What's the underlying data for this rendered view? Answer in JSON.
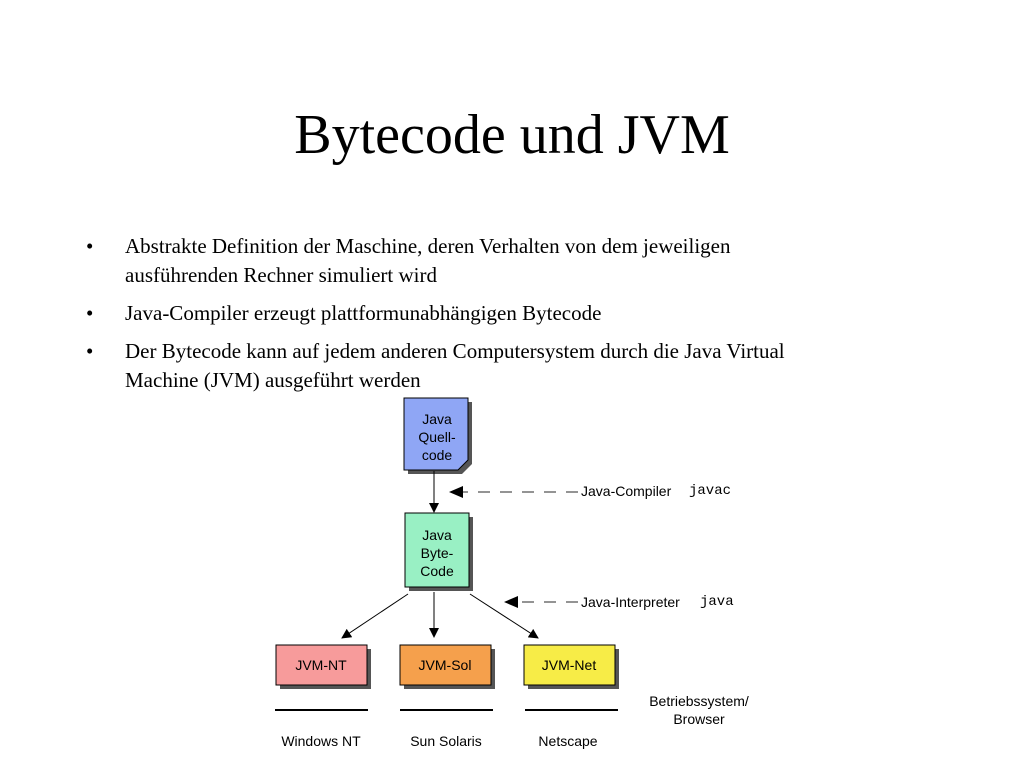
{
  "title": "Bytecode und JVM",
  "bullets": [
    {
      "mark": "•",
      "lines": [
        "Abstrakte Definition der Maschine, deren Verhalten von dem jeweiligen",
        "ausführenden Rechner simuliert wird"
      ]
    },
    {
      "mark": "•",
      "lines": [
        "Java-Compiler erzeugt plattformunabhängigen Bytecode"
      ]
    },
    {
      "mark": "•",
      "lines": [
        "Der Bytecode kann auf jedem anderen Computersystem durch die Java Virtual",
        "Machine (JVM) ausgeführt werden"
      ]
    }
  ],
  "diagram": {
    "source_box": {
      "lines": [
        "Java",
        "Quell-",
        "code"
      ],
      "fill": "#8fa6f5"
    },
    "bytecode_box": {
      "lines": [
        "Java",
        "Byte-",
        "Code"
      ],
      "fill": "#99f0c4"
    },
    "compiler_label": "Java-Compiler",
    "compiler_cmd": "javac",
    "interpreter_label": "Java-Interpreter",
    "interpreter_cmd": "java",
    "jvm_boxes": [
      {
        "label": "JVM-NT",
        "fill": "#f79b9b"
      },
      {
        "label": "JVM-Sol",
        "fill": "#f5a04c"
      },
      {
        "label": "JVM-Net",
        "fill": "#f7ec47"
      }
    ],
    "platforms": [
      "Windows NT",
      "Sun Solaris",
      "Netscape"
    ],
    "platform_caption": [
      "Betriebssystem/",
      "Browser"
    ]
  }
}
